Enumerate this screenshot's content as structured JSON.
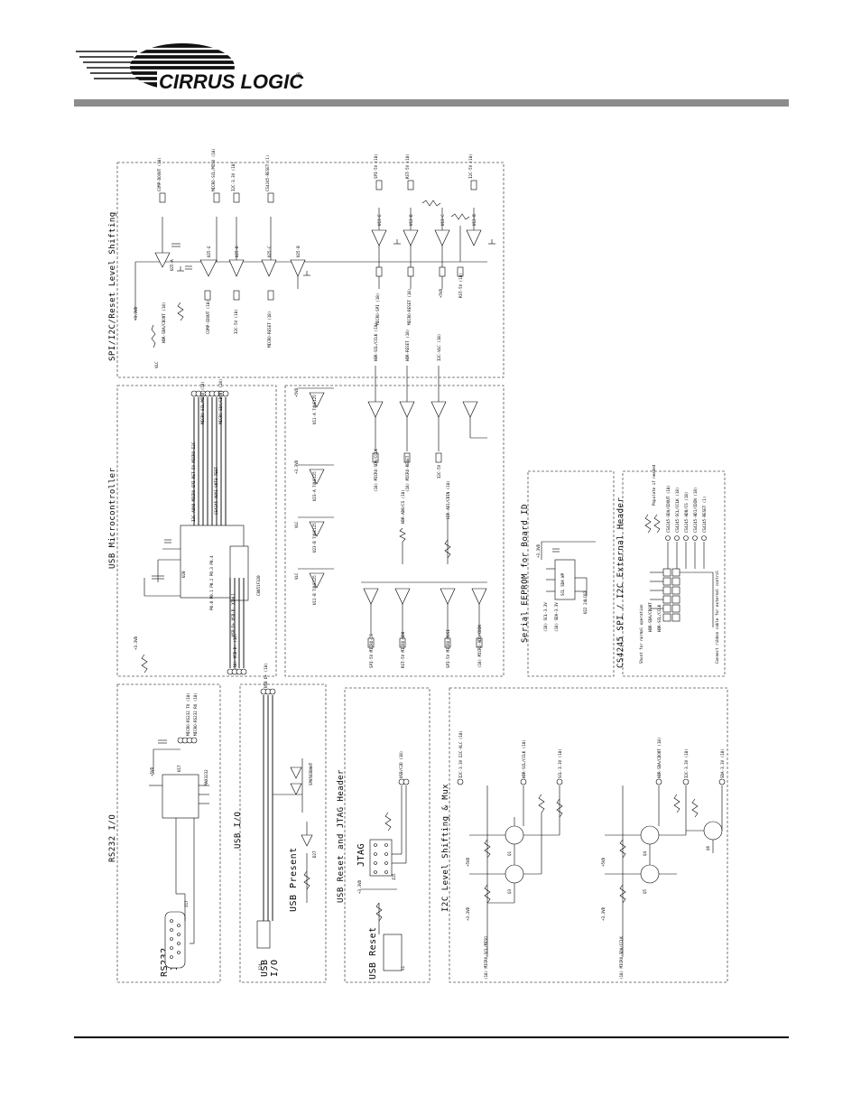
{
  "brand": {
    "name": "CIRRUS LOGIC",
    "registered": "®"
  },
  "sections": {
    "spi_i2c_level": "SPI/I2C/Reset Level Shifting",
    "usb_micro": "USB Microcontroller",
    "eeprom": "Serial EEPROM for Board ID",
    "ext_header": "CS4245 SPI / I2C External Header",
    "rs232": "RS232 I/O",
    "usb_io": "USB I/O",
    "usb_reset_jtag": "USB Reset and JTAG Header",
    "i2c_mux": "I2C Level Shifting & Mux"
  },
  "labels": {
    "rs232_io": "RS232 I/O",
    "usb_io_big": "USB I/O",
    "usb_present": "USB Present",
    "jtag": "JTAG",
    "usb_reset": "USB Reset"
  }
}
